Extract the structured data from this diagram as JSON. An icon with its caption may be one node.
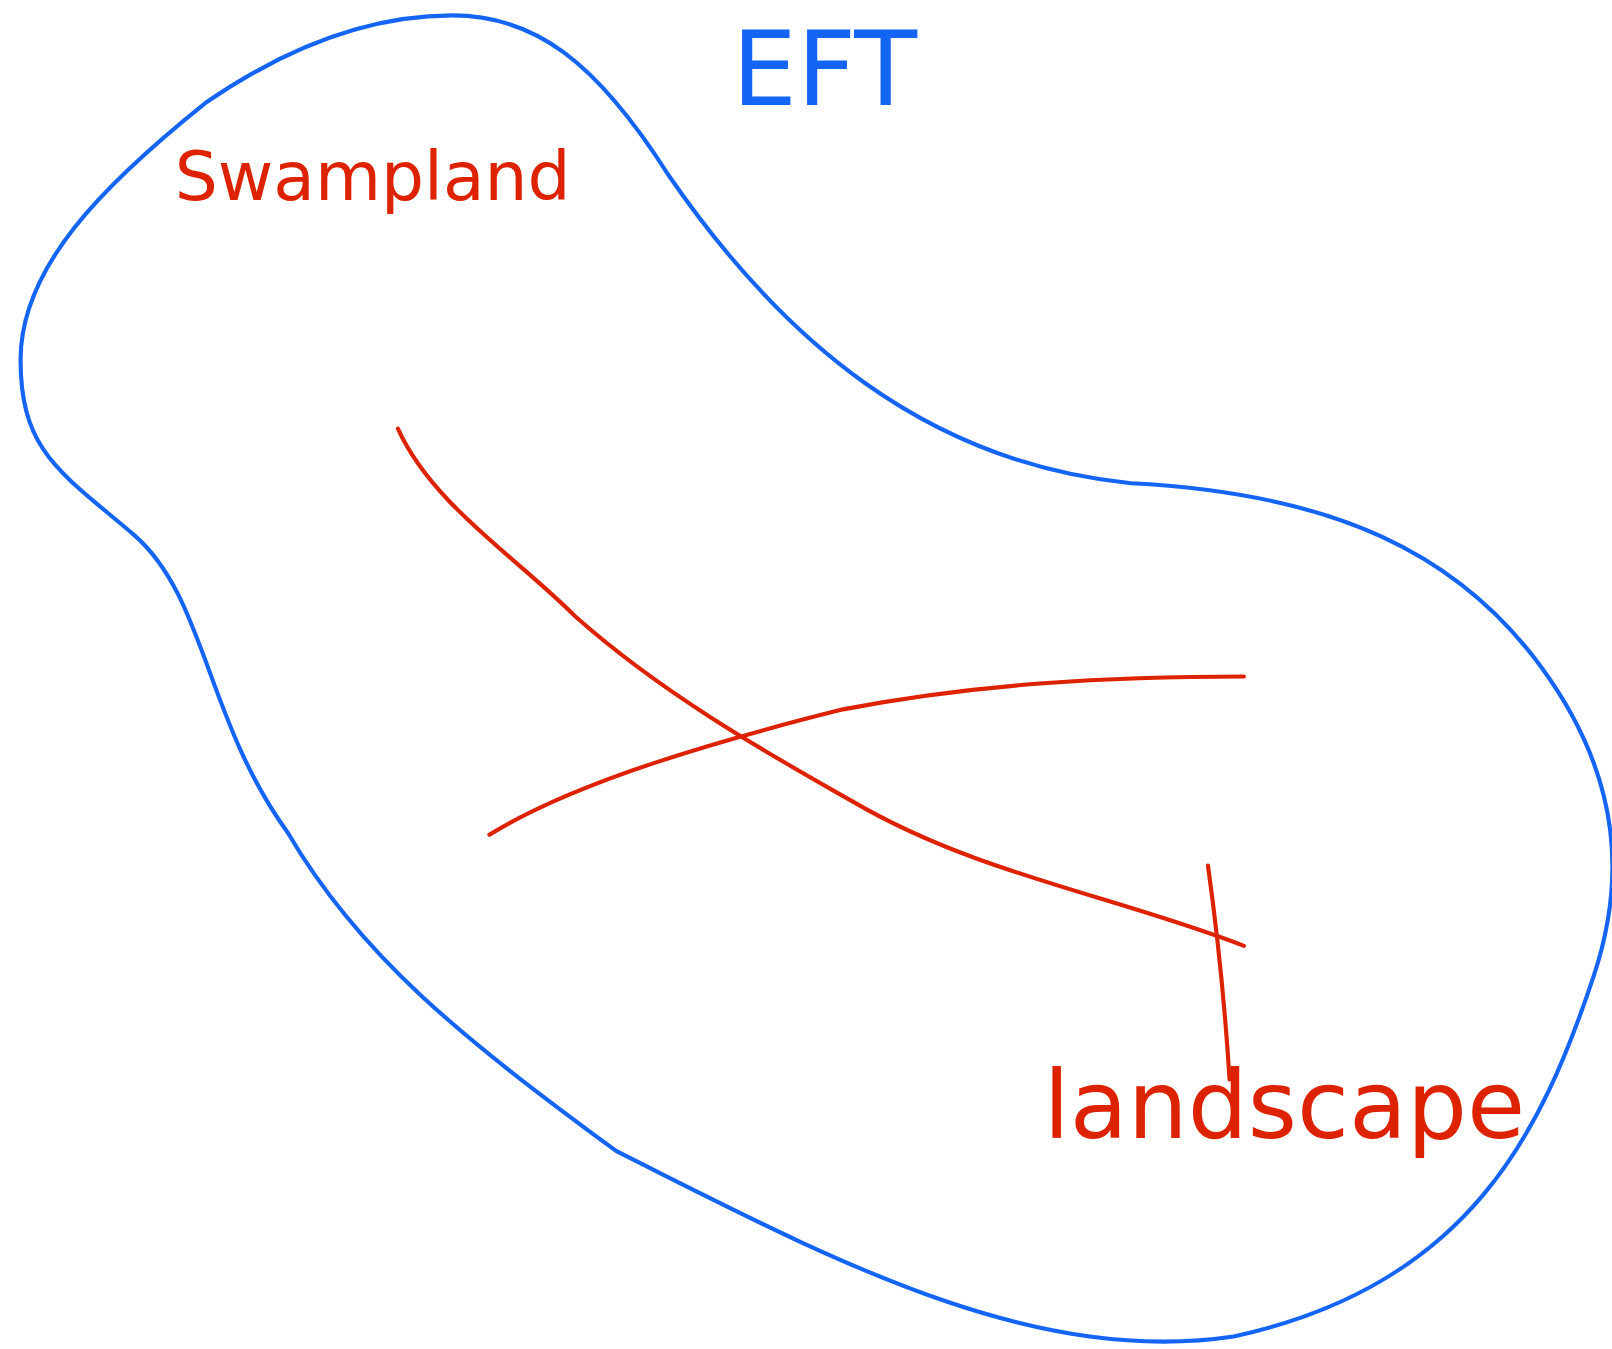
{
  "diagram": {
    "nodes": [
      {
        "text": [
          "EFT"
        ]
      },
      {
        "text": [
          "landscape"
        ],
        "in": 0
      },
      {
        "text": [],
        "shape": "curve",
        "in": 0
      }
    ],
    "edges": [
      {
        "from": 1,
        "to": 2,
        "arrow": "none"
      }
    ],
    "labels": [
      "Swampland"
    ]
  }
}
